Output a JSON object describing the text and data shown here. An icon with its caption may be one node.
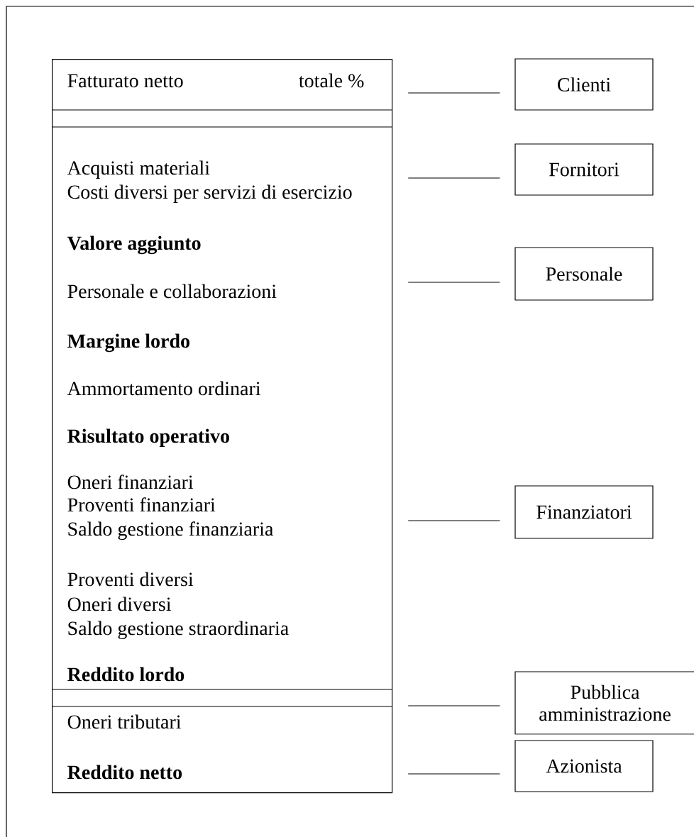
{
  "diagram": {
    "nodes": [
      {
        "text": [
          "Fatturato netto",
          "totale %",
          "Acquisti materiali",
          "Costi diversi per servizi di esercizio",
          "Valore aggiunto",
          "Personale e collaborazioni",
          "Margine lordo",
          "Ammortamento ordinari",
          "Risultato operativo",
          "Oneri finanziari",
          "Proventi finanziari",
          "Saldo gestione finanziaria",
          "Proventi diversi",
          "Oneri diversi",
          "Saldo gestione straordinaria",
          "Reddito lordo",
          "Oneri tributari",
          "Reddito netto"
        ]
      },
      {
        "text": [
          "Clienti"
        ]
      },
      {
        "text": [
          "Fornitori"
        ]
      },
      {
        "text": [
          "Personale"
        ]
      },
      {
        "text": [
          "Finanziatori"
        ]
      },
      {
        "text": [
          "Pubblica amministrazione"
        ]
      },
      {
        "text": [
          "Azionista"
        ]
      }
    ],
    "edges": [
      {
        "from": 0,
        "to": 1,
        "arrow": "none"
      },
      {
        "from": 0,
        "to": 2,
        "arrow": "none"
      },
      {
        "from": 0,
        "to": 3,
        "arrow": "none"
      },
      {
        "from": 0,
        "to": 4,
        "arrow": "none"
      },
      {
        "from": 0,
        "to": 5,
        "arrow": "none"
      },
      {
        "from": 0,
        "to": 6,
        "arrow": "none"
      }
    ]
  }
}
